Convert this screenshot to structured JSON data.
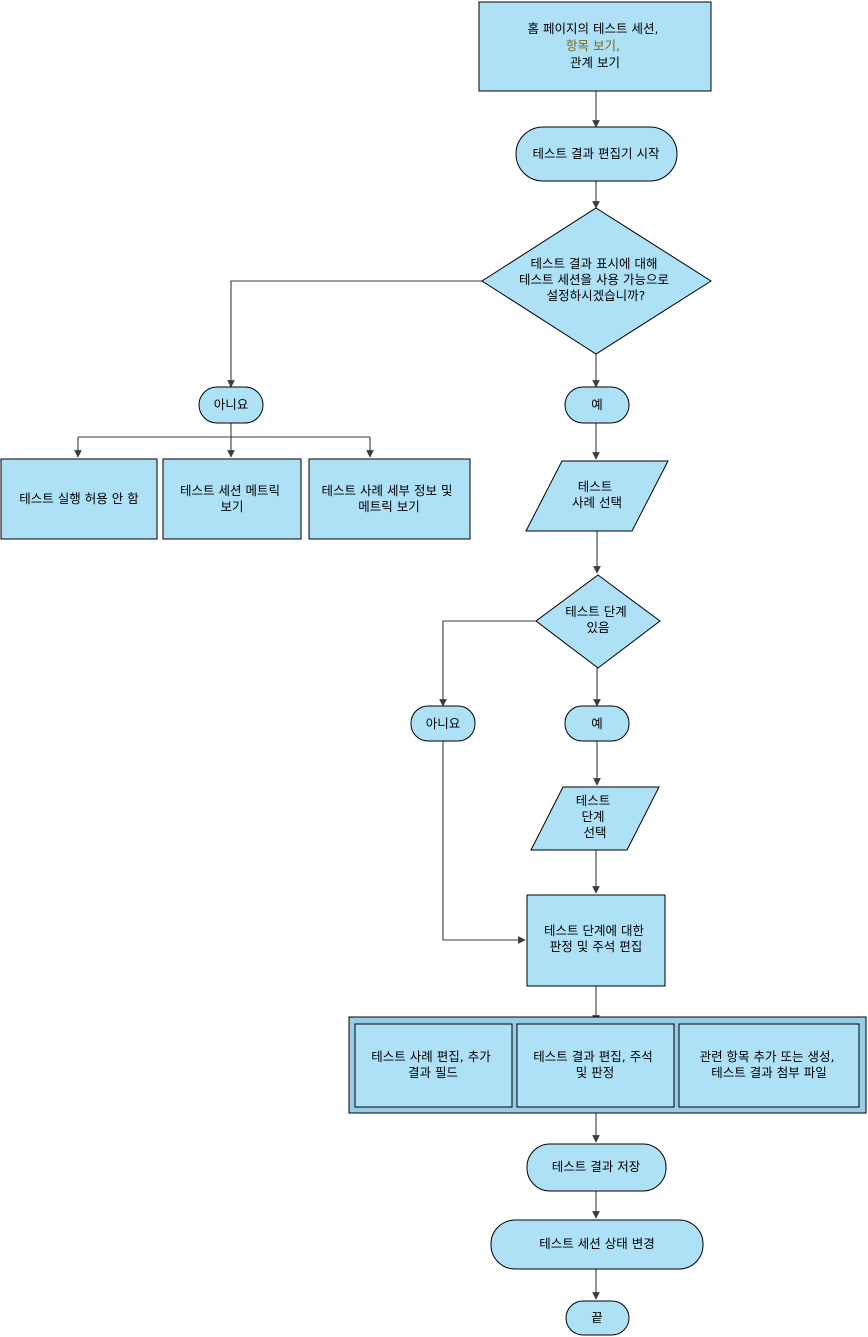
{
  "colors": {
    "node_fill": "#aee1f6",
    "node_stroke": "#000000",
    "edge": "#3d3d3d",
    "highlight_text": "#7a6a1a",
    "group_fill": "#99cce6"
  },
  "nodes": {
    "start": {
      "lines": [
        "홈 페이지의 테스트 세션,",
        "항목 보기,",
        "관계 보기"
      ]
    },
    "launch_editor": {
      "lines": [
        "테스트 결과 편집기 시작"
      ]
    },
    "decision_session": {
      "lines": [
        "테스트 결과 표시에 대해",
        "테스트 세션을 사용 가능으로",
        "설정하시겠습니까?"
      ]
    },
    "no_1": {
      "lines": [
        "아니요"
      ]
    },
    "yes_1": {
      "lines": [
        "예"
      ]
    },
    "no_execute": {
      "lines": [
        "테스트 실행 허용 안 함"
      ]
    },
    "session_metrics": {
      "lines": [
        "테스트 세션 메트릭",
        "보기"
      ]
    },
    "case_details": {
      "lines": [
        "테스트 사례 세부 정보 및",
        "메트릭 보기"
      ]
    },
    "select_case": {
      "lines": [
        "테스트",
        "사례 선택"
      ]
    },
    "decision_steps": {
      "lines": [
        "테스트 단계",
        "있음"
      ]
    },
    "no_2": {
      "lines": [
        "아니요"
      ]
    },
    "yes_2": {
      "lines": [
        "예"
      ]
    },
    "select_step": {
      "lines": [
        "테스트",
        "단계",
        "선택"
      ]
    },
    "edit_verdict": {
      "lines": [
        "테스트 단계에 대한",
        "판정 및 주석 편집"
      ]
    },
    "edit_case": {
      "lines": [
        "테스트 사례 편집, 추가",
        "결과 필드"
      ]
    },
    "edit_result": {
      "lines": [
        "테스트 결과 편집, 주석",
        "및 판정"
      ]
    },
    "add_related": {
      "lines": [
        "관련 항목 추가 또는 생성,",
        "테스트 결과 첨부 파일"
      ]
    },
    "save_result": {
      "lines": [
        "테스트 결과 저장"
      ]
    },
    "change_status": {
      "lines": [
        "테스트 세션 상태 변경"
      ]
    },
    "end": {
      "lines": [
        "끝"
      ]
    }
  }
}
